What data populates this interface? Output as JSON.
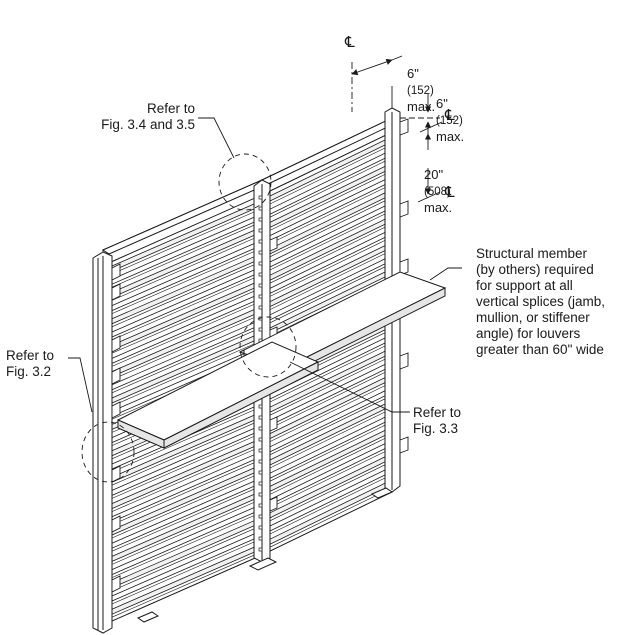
{
  "labels": {
    "refer_fig_34_35": "Refer to\nFig. 3.4 and 3.5",
    "refer_fig_32": "Refer to\nFig. 3.2",
    "refer_fig_33": "Refer to\nFig. 3.3",
    "structural_member_note": "Structural member\n(by others) required\nfor support at all\nvertical splices (jamb,\nmullion, or stiffener\nangle) for louvers\ngreater than 60\" wide"
  },
  "dimensions": {
    "top_dim_a_main": "6\"",
    "top_dim_a_paren": "(152)",
    "top_dim_a_suffix": "max.",
    "top_dim_b_main": "6\"",
    "top_dim_b_paren": "(152)",
    "top_dim_b_suffix": "max.",
    "mid_dim_main": "20\"",
    "mid_dim_paren": "(508)",
    "mid_dim_suffix": "max."
  },
  "centerline_symbol": "℄",
  "colors": {
    "line": "#1a1a1a",
    "panel": "#ffffff",
    "shade": "#cfcfcf",
    "dark": "#555555"
  },
  "icons": {
    "centerline": "centerline-symbol"
  }
}
